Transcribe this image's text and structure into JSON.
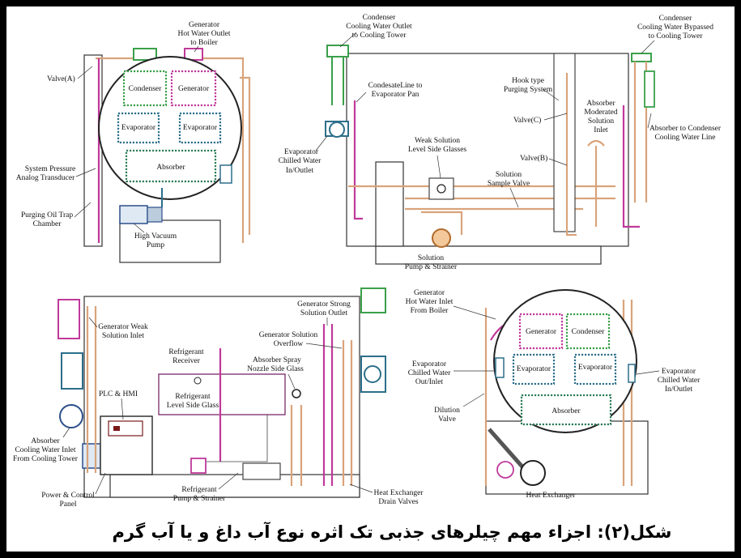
{
  "caption": "شکل(۲): اجزاء مهم چیلرهای جذبی تک اثره نوع آب داغ و یا آب گرم",
  "colors": {
    "condenser": "#3aa04a",
    "generator": "#c0399a",
    "evaporator": "#2c6f8a",
    "absorber": "#2e7d5a",
    "pipe": "#d9a37a"
  },
  "views": {
    "top_left": {
      "vessel_boxes": {
        "condenser": "Condenser",
        "generator": "Generator",
        "evaporator_left": "Evaporator",
        "evaporator_right": "Evaporator",
        "absorber": "Absorber"
      },
      "labels": {
        "generator_outlet_1": "Generator",
        "generator_outlet_2": "Hot Water Outlet",
        "generator_outlet_3": "to Boiler",
        "valve_a": "Valve(A)",
        "pressure_1": "System Pressure",
        "pressure_2": "Analog Transducer",
        "oil_trap_1": "Purging Oil Trap",
        "oil_trap_2": "Chamber",
        "vacuum_1": "High Vacuum",
        "vacuum_2": "Pump"
      }
    },
    "top_right": {
      "labels": {
        "cond_out_1": "Condenser",
        "cond_out_2": "Cooling Water Outlet",
        "cond_out_3": "to Cooling Tower",
        "cond_bypass_1": "Condenser",
        "cond_bypass_2": "Cooling Water Bypassed",
        "cond_bypass_3": "to Cooling Tower",
        "condensate_1": "CondesateLine to",
        "condensate_2": "Evaporator Pan",
        "hook_1": "Hook type",
        "hook_2": "Purging System",
        "absorber_mod_1": "Absorber",
        "absorber_mod_2": "Moderated",
        "absorber_mod_3": "Solution",
        "absorber_mod_4": "Inlet",
        "valve_c": "Valve(C)",
        "abs_to_cond_1": "Absorber to Condenser",
        "abs_to_cond_2": "Cooling Water Line",
        "evap_chilled_1": "Evaporator",
        "evap_chilled_2": "Chilled Water",
        "evap_chilled_3": "In/Outlet",
        "weak_sol_1": "Weak Solution",
        "weak_sol_2": "Level Side Glasses",
        "valve_b": "Valve(B)",
        "sample_1": "Solution",
        "sample_2": "Sample Valve",
        "sol_pump_1": "Solution",
        "sol_pump_2": "Pump & Strainer"
      }
    },
    "bottom_left": {
      "labels": {
        "gen_weak_1": "Generator Weak",
        "gen_weak_2": "Solution Inlet",
        "gen_strong_1": "Generator Strong",
        "gen_strong_2": "Solution Outlet",
        "gen_overflow_1": "Generator Solution",
        "gen_overflow_2": "Overflow",
        "ref_receiver_1": "Refrigerant",
        "ref_receiver_2": "Receiver",
        "spray_1": "Absorber Spray",
        "spray_2": "Nozzle Side Glass",
        "ref_glass_1": "Refrigerant",
        "ref_glass_2": "Level Side Glass",
        "plc": "PLC & HMI",
        "abs_inlet_1": "Absorber",
        "abs_inlet_2": "Cooling Water Inlet",
        "abs_inlet_3": "From Cooling Tower",
        "power_1": "Power & Control",
        "power_2": "Panel",
        "ref_pump_1": "Refrigerant",
        "ref_pump_2": "Pump & Strainer",
        "hx_drain_1": "Heat Exchanger",
        "hx_drain_2": "Drain Valves"
      }
    },
    "bottom_right": {
      "vessel_boxes": {
        "generator": "Generator",
        "condenser": "Condenser",
        "evaporator_left": "Evaporator",
        "evaporator_right": "Evaporator",
        "absorber": "Absorber"
      },
      "labels": {
        "gen_inlet_1": "Generator",
        "gen_inlet_2": "Hot Water Inlet",
        "gen_inlet_3": "From Boiler",
        "evap_out_1": "Evaporator",
        "evap_out_2": "Chilled Water",
        "evap_out_3": "Out/Inlet",
        "evap_right_1": "Evaporator",
        "evap_right_2": "Chilled Water",
        "evap_right_3": "In/Outlet",
        "dilution_1": "Dilution",
        "dilution_2": "Valve",
        "hx": "Heat Exchanger"
      }
    }
  }
}
